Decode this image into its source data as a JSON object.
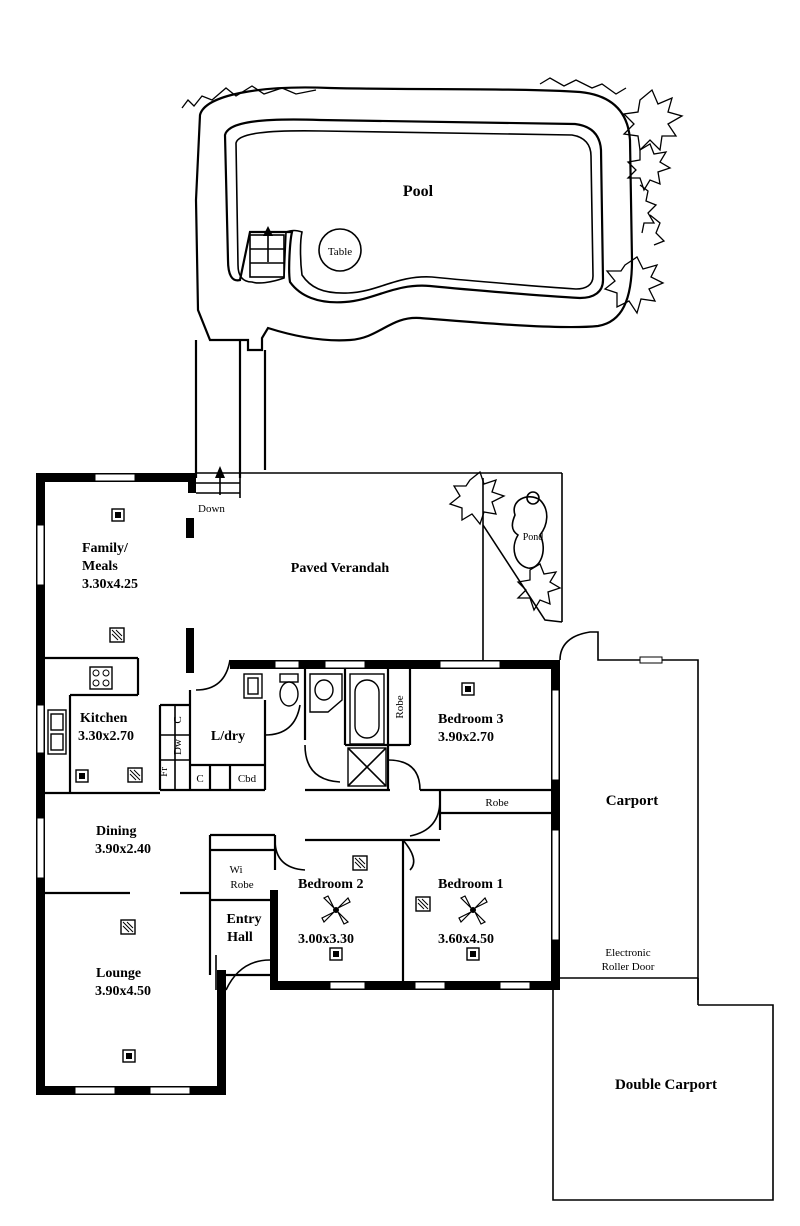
{
  "rooms": {
    "pool": "Pool",
    "table": "Table",
    "down": "Down",
    "family_line1": "Family/",
    "family_line2": "Meals",
    "family_dims": "3.30x4.25",
    "verandah": "Paved Verandah",
    "pond": "Pond",
    "kitchen": "Kitchen",
    "kitchen_dims": "3.30x2.70",
    "fr": "Fr",
    "dw": "Dw",
    "c1": "C",
    "c2": "C",
    "ldry": "L/dry",
    "cbd": "Cbd",
    "robe3": "Robe",
    "bedroom3": "Bedroom 3",
    "bedroom3_dims": "3.90x2.70",
    "robe1": "Robe",
    "dining": "Dining",
    "dining_dims": "3.90x2.40",
    "wi_line1": "Wi",
    "wi_line2": "Robe",
    "bedroom2": "Bedroom 2",
    "bedroom2_dims": "3.00x3.30",
    "bedroom1": "Bedroom 1",
    "bedroom1_dims": "3.60x4.50",
    "entry_line1": "Entry",
    "entry_line2": "Hall",
    "lounge": "Lounge",
    "lounge_dims": "3.90x4.50",
    "carport": "Carport",
    "roller_line1": "Electronic",
    "roller_line2": "Roller Door",
    "double_carport": "Double Carport"
  },
  "icons": [
    "heater-icon",
    "cooktop-icon",
    "ceiling-fan-icon",
    "toilet-icon",
    "basin-icon",
    "bath-icon",
    "shower-icon",
    "stair-arrow-icon",
    "plant-icon"
  ]
}
